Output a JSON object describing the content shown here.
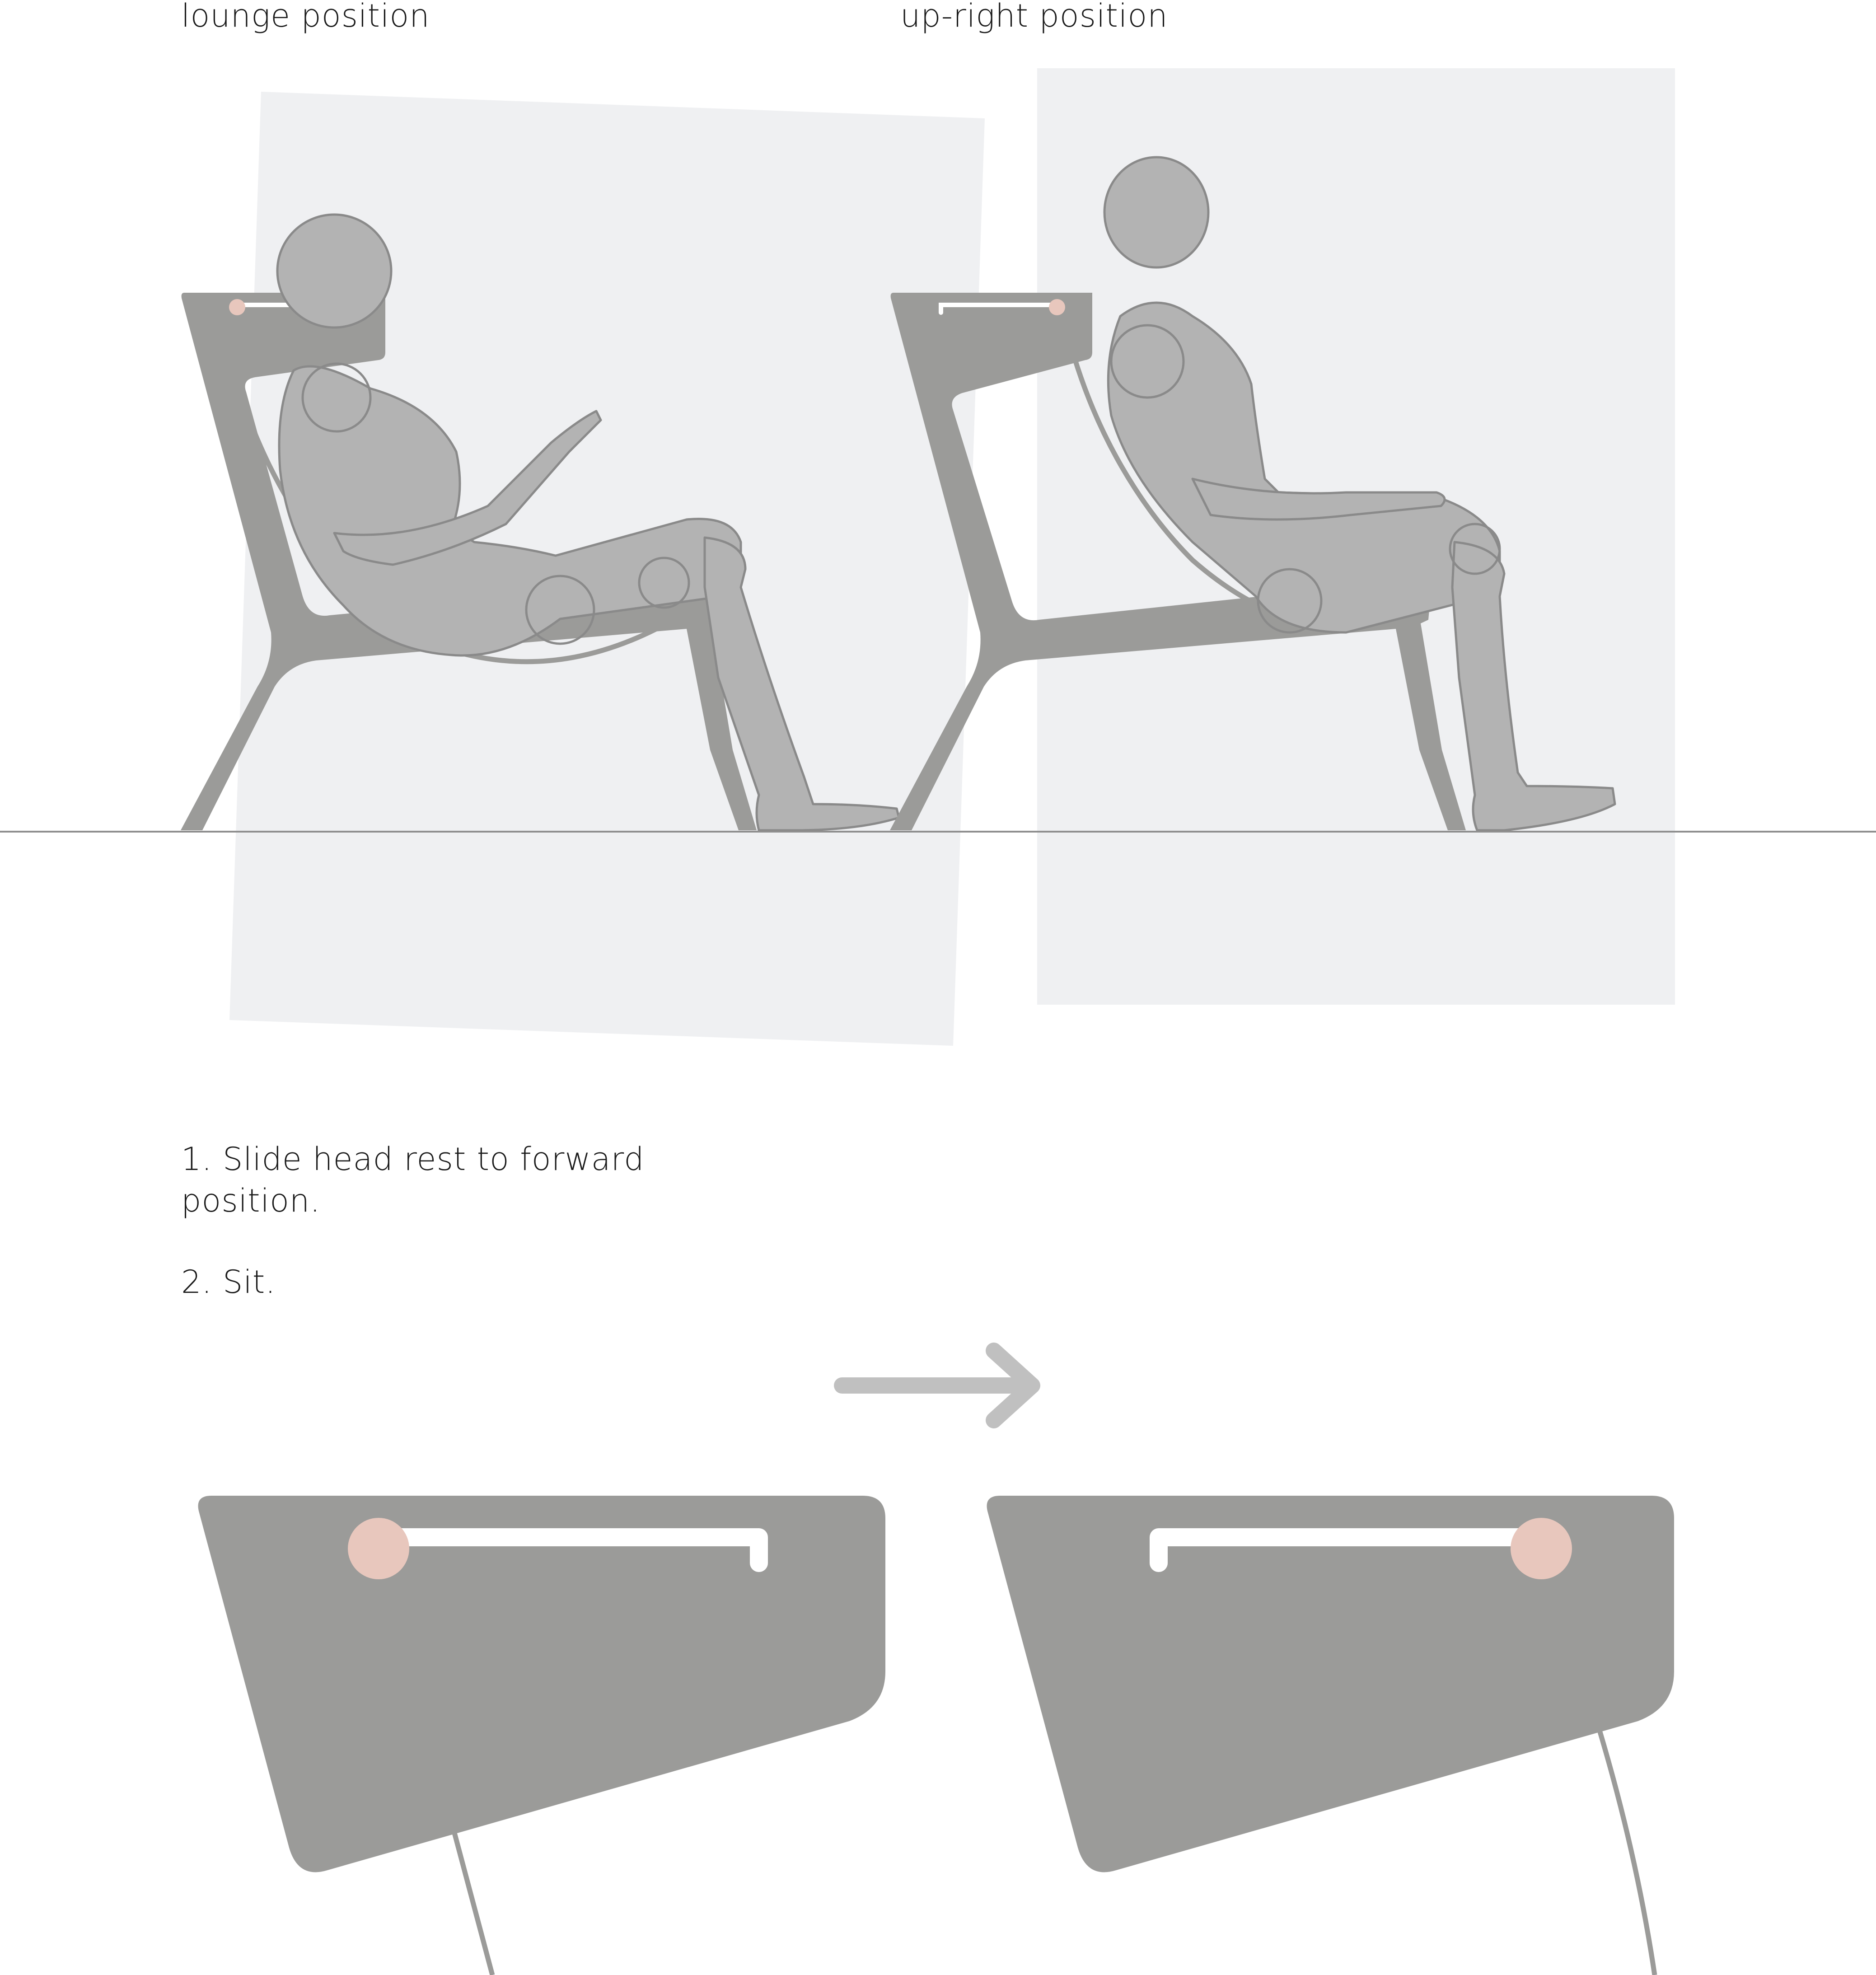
{
  "labels": {
    "lounge": "lounge position",
    "upright": "up-right position"
  },
  "instructions": {
    "step1": "1. Slide head rest to forward position.",
    "step2": "2. Sit."
  },
  "colors": {
    "frame": "#9b9b99",
    "figure": "#b3b3b3",
    "figure_stroke": "#8a8a8a",
    "panel": "#eff0f2",
    "pin": "#e8c7bd",
    "slot": "#ffffff",
    "arrow": "#c0c0c0",
    "ground": "#8f8f8f"
  },
  "icons": {
    "arrow": "right-arrow-icon",
    "pin": "sliding-pin-icon"
  }
}
